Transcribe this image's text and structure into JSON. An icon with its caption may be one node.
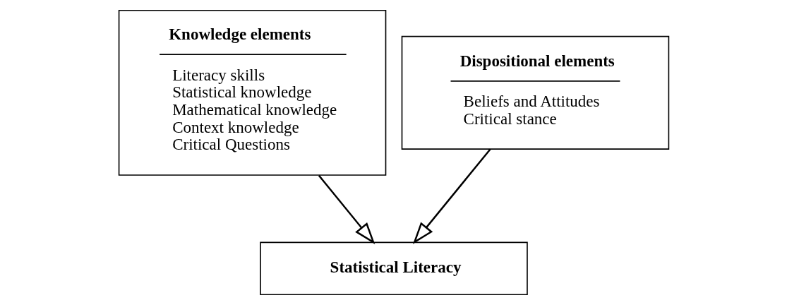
{
  "diagram": {
    "nodes": [
      {
        "text": [
          "Knowledge elements",
          "Literacy skills",
          "Statistical knowledge",
          "Mathematical knowledge",
          "Context knowledge",
          "Critical Questions"
        ]
      },
      {
        "text": [
          "Dispositional elements",
          "Beliefs and Attitudes",
          "Critical stance"
        ]
      },
      {
        "text": [
          "Statistical Literacy"
        ]
      }
    ],
    "edges": [
      {
        "from": 0,
        "to": 2,
        "arrow": "to"
      },
      {
        "from": 1,
        "to": 2,
        "arrow": "to"
      }
    ]
  }
}
